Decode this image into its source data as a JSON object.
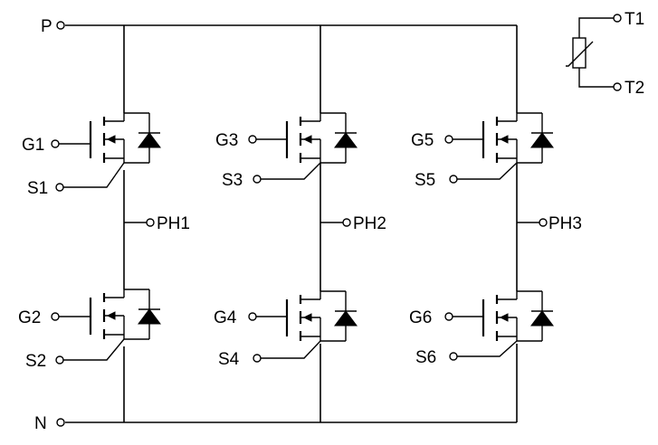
{
  "rails": {
    "positive": "P",
    "negative": "N"
  },
  "thermistor": {
    "terminal_1": "T1",
    "terminal_2": "T2"
  },
  "phases": [
    {
      "output": "PH1",
      "high_side": {
        "gate": "G1",
        "source": "S1"
      },
      "low_side": {
        "gate": "G2",
        "source": "S2"
      }
    },
    {
      "output": "PH2",
      "high_side": {
        "gate": "G3",
        "source": "S3"
      },
      "low_side": {
        "gate": "G4",
        "source": "S4"
      }
    },
    {
      "output": "PH3",
      "high_side": {
        "gate": "G5",
        "source": "S5"
      },
      "low_side": {
        "gate": "G6",
        "source": "S6"
      }
    }
  ],
  "colors": {
    "line": "#000000",
    "background": "#ffffff"
  }
}
